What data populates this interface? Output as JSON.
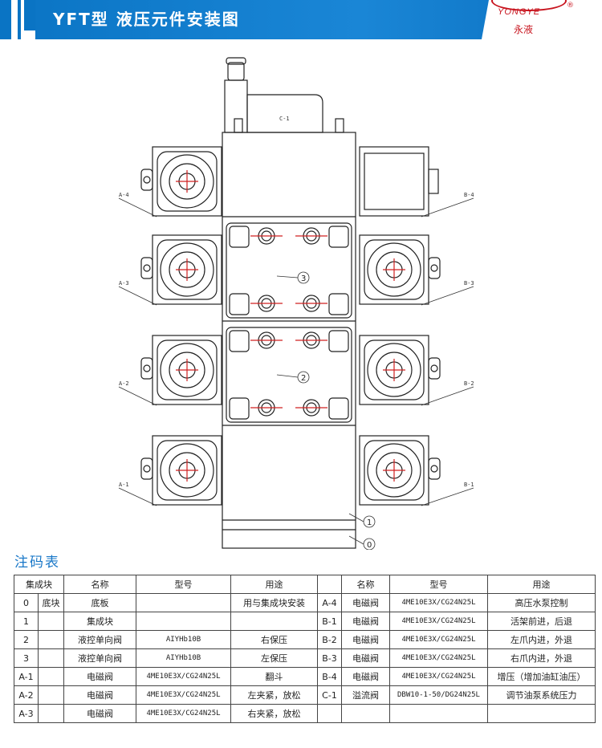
{
  "header": {
    "title": "YFT型  液压元件安装图",
    "logo_brand": "YONGYE",
    "logo_cn": "永液",
    "logo_reg": "®"
  },
  "diagram": {
    "callouts": [
      "A-4",
      "A-3",
      "A-2",
      "A-1",
      "B-4",
      "B-3",
      "B-2",
      "B-1",
      "C-1"
    ],
    "numbers": [
      "3",
      "2",
      "1",
      "0"
    ]
  },
  "table": {
    "title": "注码表",
    "headers_left": [
      "集成块",
      "名称",
      "型号",
      "用途"
    ],
    "headers_right": [
      "名称",
      "型号",
      "用途"
    ],
    "rows": [
      {
        "code": "0",
        "sub": "底块",
        "name": "底板",
        "model": "",
        "use": "用与集成块安装",
        "r_code": "A-4",
        "r_name": "电磁阀",
        "r_model": "4ME10E3X/CG24N25L",
        "r_use": "高压水泵控制"
      },
      {
        "code": "1",
        "sub": "",
        "name": "集成块",
        "model": "",
        "use": "",
        "r_code": "B-1",
        "r_name": "电磁阀",
        "r_model": "4ME10E3X/CG24N25L",
        "r_use": "活架前进，后退"
      },
      {
        "code": "2",
        "sub": "",
        "name": "液控单向阀",
        "model": "AIYHb10B",
        "use": "右保压",
        "r_code": "B-2",
        "r_name": "电磁阀",
        "r_model": "4ME10E3X/CG24N25L",
        "r_use": "左爪内进，外退"
      },
      {
        "code": "3",
        "sub": "",
        "name": "液控单向阀",
        "model": "AIYHb10B",
        "use": "左保压",
        "r_code": "B-3",
        "r_name": "电磁阀",
        "r_model": "4ME10E3X/CG24N25L",
        "r_use": "右爪内进，外退"
      },
      {
        "code": "A-1",
        "sub": "",
        "name": "电磁阀",
        "model": "4ME10E3X/CG24N25L",
        "use": "翻斗",
        "r_code": "B-4",
        "r_name": "电磁阀",
        "r_model": "4ME10E3X/CG24N25L",
        "r_use": "增压（增加油缸油压）"
      },
      {
        "code": "A-2",
        "sub": "",
        "name": "电磁阀",
        "model": "4ME10E3X/CG24N25L",
        "use": "左夹紧，放松",
        "r_code": "C-1",
        "r_name": "溢流阀",
        "r_model": "DBW10-1-50/DG24N25L",
        "r_use": "调节油泵系统压力"
      },
      {
        "code": "A-3",
        "sub": "",
        "name": "电磁阀",
        "model": "4ME10E3X/CG24N25L",
        "use": "右夹紧，放松",
        "r_code": "",
        "r_name": "",
        "r_model": "",
        "r_use": ""
      }
    ]
  }
}
